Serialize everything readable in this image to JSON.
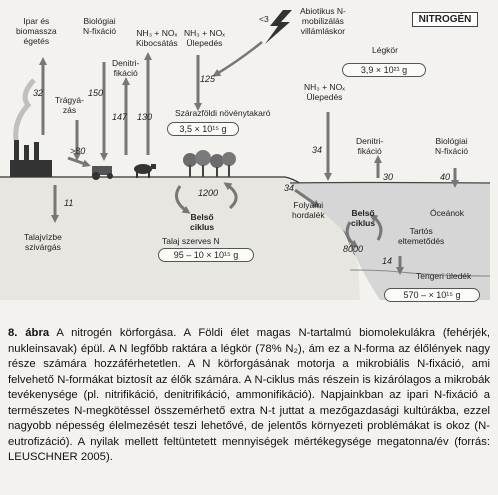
{
  "title": "NITROGÉN",
  "labels": {
    "ipari": "Ipar és\nbiomassza\négetés",
    "bio_fix_left": "Biológiai\nN-fixáció",
    "denitri_left": "Denitri-\nfikáció",
    "kibocsatas": "NH₃ + NOₓ\nKibocsátás",
    "ulepedes_top": "NH₃ + NOₓ\nÜlepedés",
    "villam_lt": "<3",
    "abiotikus": "Abiotikus N-\nmobilizálás\nvillámláskor",
    "legkor": "Légkör",
    "tragyazas": "Trágyá-\nzás",
    "szarazfoldi": "Szárazföldi növénytakaró",
    "ulepedes_right": "NH₃ + NOₓ\nÜlepedés",
    "denitri_right": "Denitri-\nfikáció",
    "bio_fix_right": "Biológiai\nN-fixáció",
    "belso_left": "Belső\nciklus",
    "folyami": "Folyami\nhordalék",
    "belso_right": "Belső\nciklus",
    "oceanok": "Óceánok",
    "tartos": "Tartós\neltemetődés",
    "talajvizbe": "Talajvízbe\nszivárgás",
    "talaj_szerves": "Talaj szerves N",
    "tengeri": "Tengeri üledék"
  },
  "numbers": {
    "n32": "32",
    "n150": "150",
    "n147": "147",
    "n130": "130",
    "n80": ">80",
    "n125": "125",
    "n34a": "34",
    "n30": "30",
    "n40": "40",
    "n1200": "1200",
    "n34b": "34",
    "n11": "11",
    "n8000": "8000",
    "n14": "14"
  },
  "boxes": {
    "legkor": "3,9 × 10²¹ g",
    "noveny": "3,5 × 10¹⁵ g",
    "talaj": "95 – 10 × 10¹⁵ g",
    "tengeri": "570 – × 10¹⁵ g"
  },
  "caption": {
    "fig_label": "8. ábra",
    "text": "A nitrogén körforgása. A Földi élet magas N-tartalmú biomolekulákra (fehérjék, nukleinsavak) épül. A N legfőbb raktára a légkör (78% N₂), ám ez a N-forma az élőlények nagy része számára hozzáférhetetlen. A N körforgásának motorja a mikrobiális N-fixáció, ami felvehető N-formákat biztosít az élők számára. A N-ciklus más részein is kizárólagos a mikrobák tevékenysége (pl. nitrifikáció, denitrifikáció, ammonifikáció). Napjainkban az ipari N-fixáció a természetes N-megkötéssel összemérhető extra N-t juttat a mezőgazdasági kultúrákba, ezzel nagyobb népesség élelmezését teszi lehetővé, de jelentős környezeti problémákat is okoz (N-eutrofizáció). A nyilak mellett feltüntetett mennyiségek mértékegysége megatonna/év (forrás: LEUSCHNER 2005)."
  }
}
